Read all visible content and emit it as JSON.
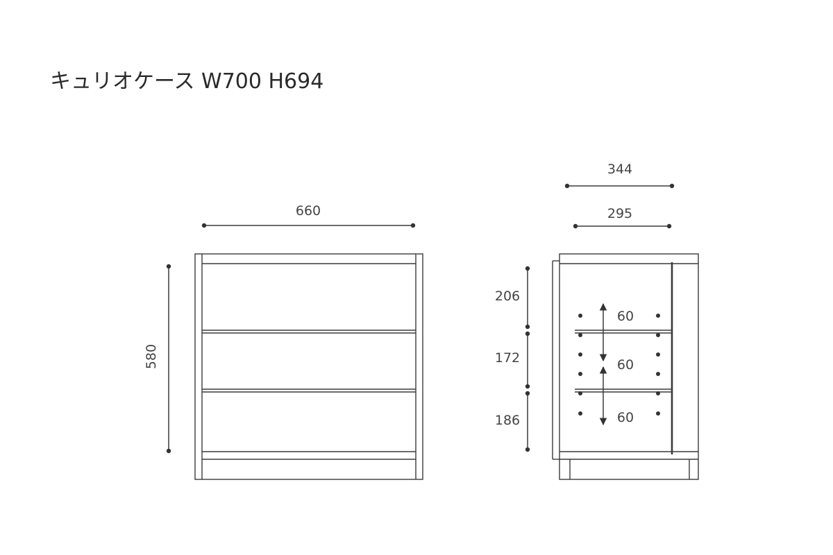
{
  "title": "キュリオケース W700 H694",
  "front_view": {
    "width_label": "660",
    "height_label": "580"
  },
  "side_view": {
    "outer_depth_label": "344",
    "inner_depth_label": "295",
    "section_heights": [
      "206",
      "172",
      "186"
    ],
    "pitch_labels": [
      "60",
      "60",
      "60"
    ]
  }
}
